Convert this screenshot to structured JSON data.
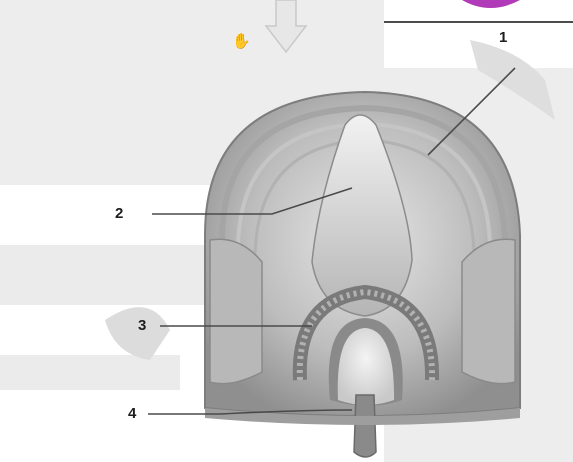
{
  "diagram": {
    "callouts": [
      {
        "number": "1"
      },
      {
        "number": "2"
      },
      {
        "number": "3"
      },
      {
        "number": "4"
      }
    ]
  },
  "icons": {
    "top_arrow": "down-arrow-icon",
    "cursor": "hand-cursor-icon",
    "cursor_glyph": "✋"
  },
  "colors": {
    "background": "#ffffff",
    "panel": "#ededed",
    "tissue_dark": "#8f8f8f",
    "tissue_light": "#d8d8d8",
    "leader_line": "#4a4a4a",
    "accent_purple": "#b03ab8"
  }
}
